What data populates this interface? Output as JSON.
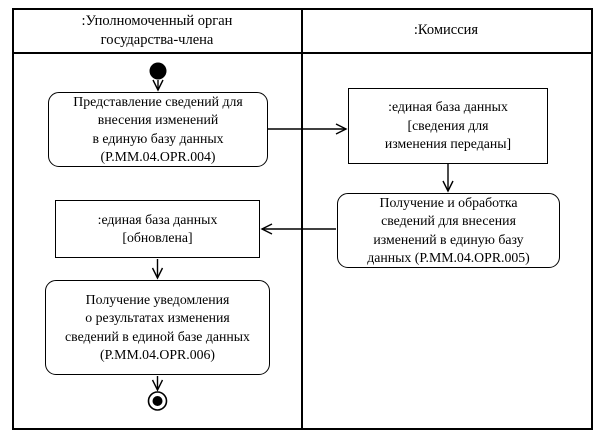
{
  "colors": {
    "line": "#000000",
    "background": "#ffffff"
  },
  "lanes": [
    {
      "title_lines": [
        ":Уполномоченный орган",
        "государства-члена"
      ]
    },
    {
      "title_lines": [
        ":Комиссия"
      ]
    }
  ],
  "nodes": {
    "submit_action": {
      "lines": [
        "Представление сведений для",
        "внесения изменений",
        "в единую базу данных",
        "(P.MM.04.OPR.004)"
      ]
    },
    "db_transferred_object": {
      "lines": [
        ":единая база данных",
        "[сведения для",
        "изменения переданы]"
      ]
    },
    "process_action": {
      "lines": [
        "Получение и обработка",
        "сведений для внесения",
        "изменений в единую базу",
        "данных (P.MM.04.OPR.005)"
      ]
    },
    "db_updated_object": {
      "lines": [
        ":единая база данных",
        "[обновлена]"
      ]
    },
    "notify_action": {
      "lines": [
        "Получение уведомления",
        "о результатах изменения",
        "сведений в единой базе данных",
        "(P.MM.04.OPR.006)"
      ]
    }
  }
}
